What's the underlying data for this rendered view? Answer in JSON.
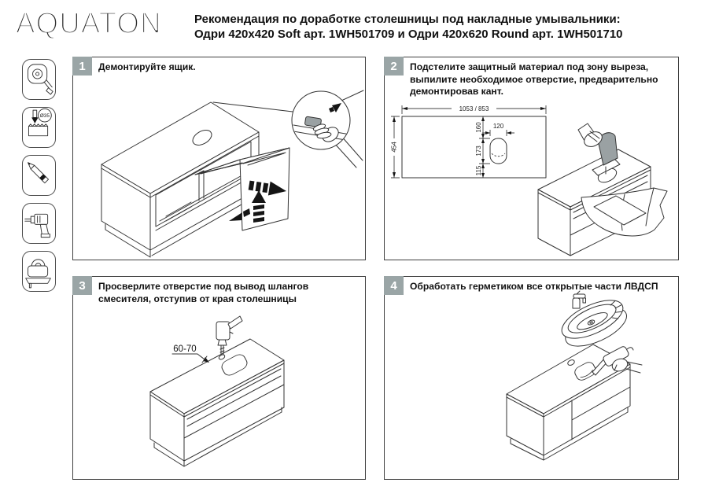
{
  "header": {
    "logo": "AQUATON",
    "title_line1": "Рекомендация по доработке столешницы под накладные умывальники:",
    "title_line2": "Одри 420х420 Soft арт. 1WH501709 и Одри 420х620 Round арт. 1WH501710"
  },
  "tools": {
    "drill_bit_label": "Ø35",
    "items": [
      "tape-measure",
      "hole-saw-bit",
      "pencil",
      "drill",
      "jigsaw"
    ]
  },
  "steps": [
    {
      "number": "1",
      "text": "Демонтируйте ящик."
    },
    {
      "number": "2",
      "text": "Подстелите защитный материал под зону выреза, выпилите необходимое отверстие, предварительно демонтировав кант."
    },
    {
      "number": "3",
      "text": "Просверлите отверстие под вывод шлангов смесителя, отступив от края столешницы"
    },
    {
      "number": "4",
      "text": "Обработать герметиком все открытые части ЛВДСП"
    }
  ],
  "diagram": {
    "step2": {
      "width_label": "1053 / 853",
      "height_label": "454",
      "cutout_width": "120",
      "top_offset": "160",
      "cutout_height": "173",
      "bottom_offset": "115"
    },
    "step3": {
      "edge_offset": "60-70"
    }
  },
  "colors": {
    "badge": "#9aa5a6",
    "line": "#333333"
  }
}
